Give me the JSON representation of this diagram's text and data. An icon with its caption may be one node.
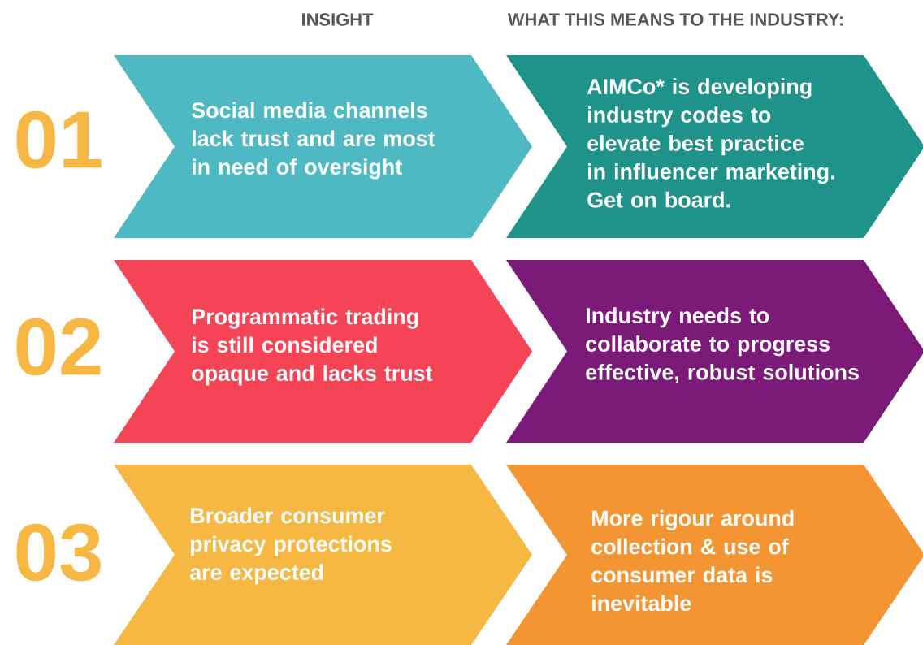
{
  "diagram": {
    "nodes": [
      {
        "text": [
          "Social media channels lack trust and are most in need of oversight"
        ]
      },
      {
        "text": [
          "AIMCo* is developing industry codes to elevate best practice in influencer marketing. Get on board."
        ]
      },
      {
        "text": [
          "Programmatic trading is still considered opaque and lacks trust"
        ]
      },
      {
        "text": [
          "Industry needs to collaborate to progress effective, robust solutions"
        ]
      },
      {
        "text": [
          "Broader consumer privacy protections are expected"
        ]
      },
      {
        "text": [
          "More rigour around collection & use of consumer data is inevitable"
        ]
      }
    ],
    "labels": [
      "INSIGHT",
      "WHAT THIS MEANS TO THE INDUSTRY:",
      "01",
      "02",
      "03"
    ]
  }
}
